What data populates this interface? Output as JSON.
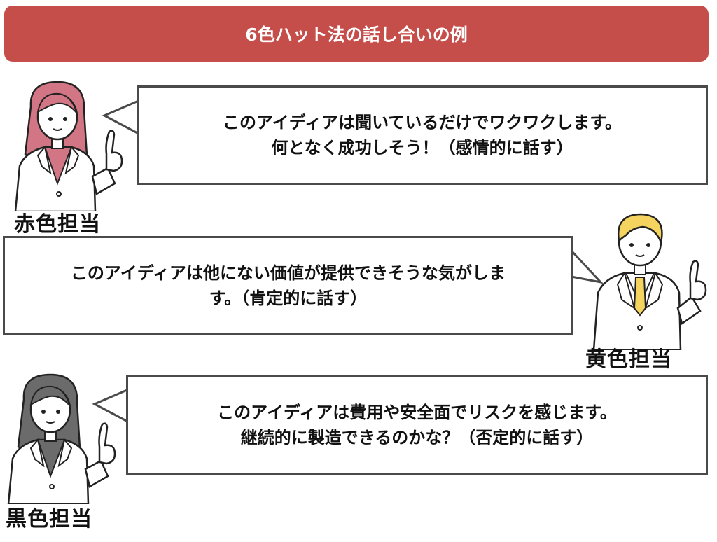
{
  "title": "6色ハット法の話し合いの例",
  "colors": {
    "title_bg": "#c64e4a",
    "red_hair": "#d27584",
    "yellow_hair": "#f4d35e",
    "black_hair": "#6b6b6b",
    "bubble_border": "#4a4a4a"
  },
  "speakers": [
    {
      "role": "赤色担当",
      "hair_color": "red",
      "line1": "このアイディアは聞いているだけでワクワクします。",
      "line2": "何となく成功しそう！（感情的に話す）"
    },
    {
      "role": "黄色担当",
      "hair_color": "yellow",
      "line1": "このアイディアは他にない価値が提供できそうな気がしま",
      "line2": "す。（肯定的に話す）"
    },
    {
      "role": "黒色担当",
      "hair_color": "black",
      "line1": "このアイディアは費用や安全面でリスクを感じます。",
      "line2": "継続的に製造できるのかな？（否定的に話す）"
    }
  ]
}
